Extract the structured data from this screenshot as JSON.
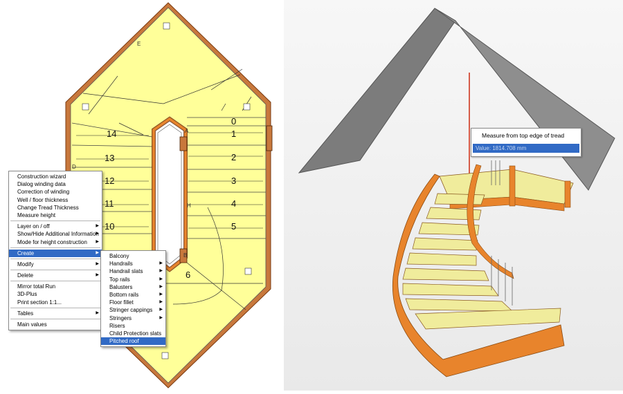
{
  "plan": {
    "tread_numbers": [
      "14",
      "13",
      "12",
      "11",
      "10",
      "0",
      "1",
      "2",
      "3",
      "4",
      "5",
      "6"
    ],
    "edge_labels": {
      "e": "E",
      "a": "A",
      "b": "B",
      "h": "H",
      "d": "D"
    }
  },
  "context_menu": {
    "items": [
      {
        "label": "Construction wizard",
        "submenu": false
      },
      {
        "label": "Dialog winding data",
        "submenu": false
      },
      {
        "label": "Correction of winding",
        "submenu": false
      },
      {
        "label": "Well / floor thickness",
        "submenu": false
      },
      {
        "label": "Change Tread Thickness",
        "submenu": false
      },
      {
        "label": "Measure height",
        "submenu": false
      },
      {
        "separator": true
      },
      {
        "label": "Layer on / off",
        "submenu": true
      },
      {
        "label": "Show/Hide Additional Information",
        "submenu": true
      },
      {
        "label": "Mode for height construction",
        "submenu": true
      },
      {
        "separator": true
      },
      {
        "label": "Create",
        "submenu": true,
        "highlighted": true
      },
      {
        "separator": true
      },
      {
        "label": "Modify",
        "submenu": true
      },
      {
        "separator": true
      },
      {
        "label": "Delete",
        "submenu": true
      },
      {
        "separator": true
      },
      {
        "label": "Mirror total Run",
        "submenu": false
      },
      {
        "label": "3D-Plus",
        "submenu": false
      },
      {
        "label": "Print section 1:1...",
        "submenu": false
      },
      {
        "separator": true
      },
      {
        "label": "Tables",
        "submenu": true
      },
      {
        "separator": true
      },
      {
        "label": "Main values",
        "submenu": false
      }
    ]
  },
  "create_submenu": {
    "items": [
      {
        "label": "Balcony",
        "submenu": false
      },
      {
        "label": "Handrails",
        "submenu": true
      },
      {
        "label": "Handrail slats",
        "submenu": true
      },
      {
        "label": "Top rails",
        "submenu": true
      },
      {
        "label": "Balusters",
        "submenu": true
      },
      {
        "label": "Bottom rails",
        "submenu": true
      },
      {
        "label": "Floor fillet",
        "submenu": true
      },
      {
        "label": "Stringer cappings",
        "submenu": true
      },
      {
        "label": "Stringers",
        "submenu": true
      },
      {
        "label": "Risers",
        "submenu": false
      },
      {
        "label": "Child Protection slats",
        "submenu": false
      },
      {
        "label": "Pitched roof",
        "submenu": false,
        "highlighted": true
      }
    ]
  },
  "tooltip": {
    "title": "Measure from top edge of tread",
    "value": "Value: 1814.708 mm"
  },
  "colors": {
    "tread_fill": "#ffff99",
    "wood": "#e8842c",
    "roof": "#808080",
    "menu_highlight": "#316ac5"
  }
}
